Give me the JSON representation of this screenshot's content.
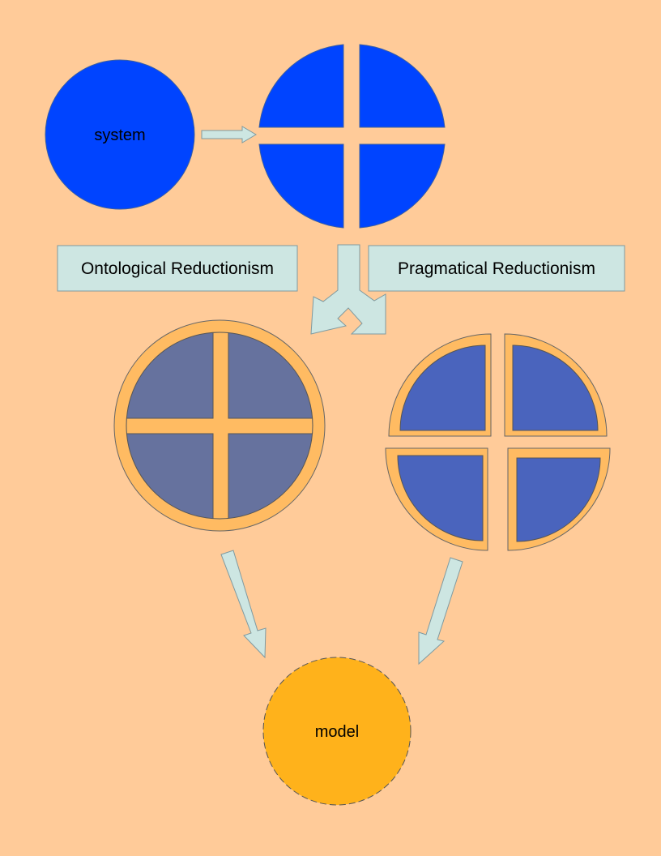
{
  "nodes": {
    "system": "system",
    "model": "model"
  },
  "labels": {
    "ontological": "Ontological Reductionism",
    "pragmatical": "Pragmatical Reductionism"
  },
  "colors": {
    "background": "#ffcb99",
    "system_blue": "#0044ff",
    "ontological_fill": "#66729e",
    "pragmatical_fill": "#4a64bd",
    "frame_orange": "#ffbb62",
    "model_orange": "#ffb21b",
    "arrow_fill": "#cde6e2",
    "label_box_fill": "#cde6e2"
  }
}
